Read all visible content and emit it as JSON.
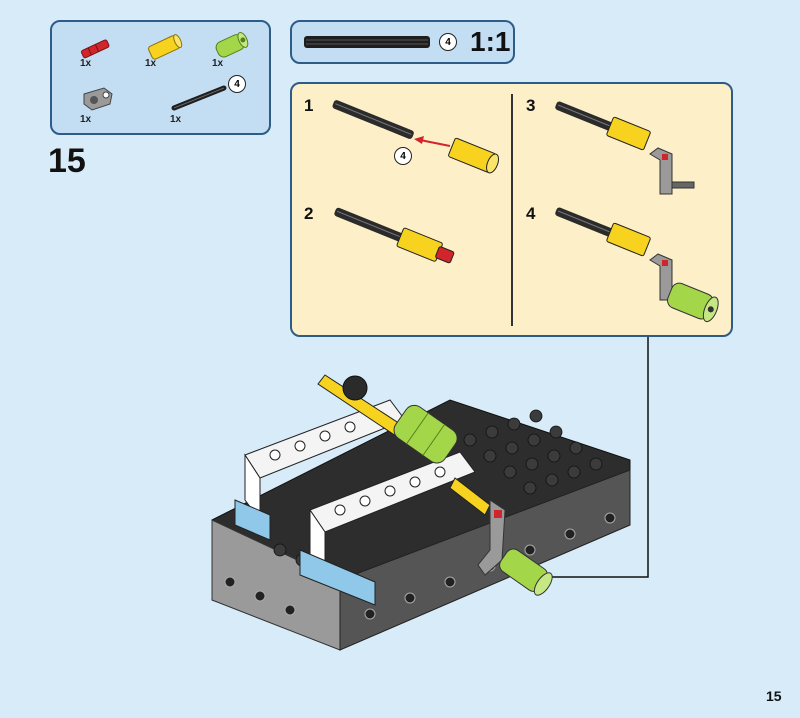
{
  "parts_list": {
    "items": [
      {
        "icon": "red-axle-connector",
        "qty": "1x"
      },
      {
        "icon": "yellow-axle-pin",
        "qty": "1x"
      },
      {
        "icon": "lime-bush",
        "qty": "1x"
      },
      {
        "icon": "gray-crank-beam",
        "qty": "1x"
      },
      {
        "icon": "black-axle-4",
        "qty": "1x",
        "length": "4"
      }
    ]
  },
  "step_number": "15",
  "scale_box": {
    "length": "4",
    "scale": "1:1"
  },
  "substeps": [
    {
      "number": "1",
      "axle_length": "4"
    },
    {
      "number": "2"
    },
    {
      "number": "3"
    },
    {
      "number": "4"
    }
  ],
  "page_number": "15",
  "colors": {
    "background": "#d8ebf8",
    "panel": "#c3def3",
    "panel_border": "#2e5c88",
    "substep_panel": "#fdf0c9",
    "yellow": "#f7d21f",
    "lime": "#a4d64a",
    "red": "#d2242b",
    "gray": "#9a9a9a",
    "dark": "#2b2b2b",
    "light_blue": "#8fc8e8"
  }
}
